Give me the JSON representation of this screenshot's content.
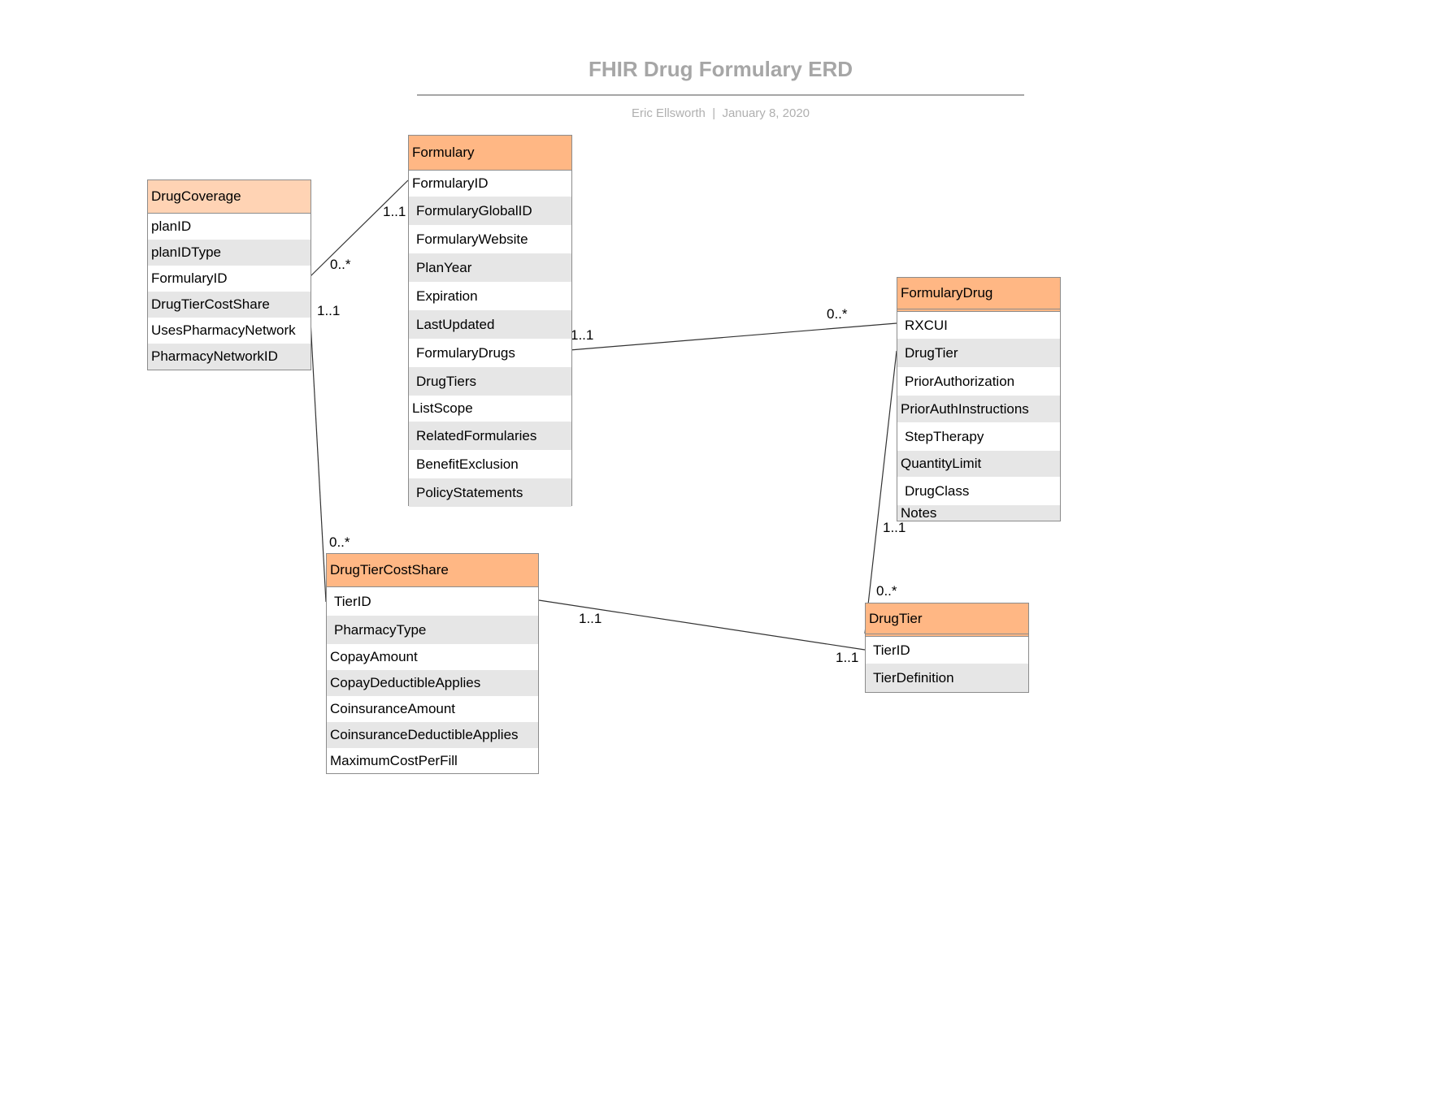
{
  "diagram": {
    "title": "FHIR Drug Formulary ERD",
    "author": "Eric Ellsworth",
    "date": "January 8, 2020",
    "separator": "|",
    "colors": {
      "header_light": "#ffd3b4",
      "header": "#ffb784",
      "row_alt": "#e6e6e6",
      "border": "#8c8c8c",
      "title": "#a6a6a6"
    }
  },
  "entities": {
    "drug_coverage": {
      "name": "DrugCoverage",
      "fields": [
        "planID",
        "planIDType",
        "FormularyID",
        "DrugTierCostShare",
        "UsesPharmacyNetwork",
        "PharmacyNetworkID"
      ]
    },
    "formulary": {
      "name": "Formulary",
      "fields": [
        "FormularyID",
        "FormularyGlobalID",
        "FormularyWebsite",
        "PlanYear",
        "Expiration",
        "LastUpdated",
        "FormularyDrugs",
        "DrugTiers",
        "ListScope",
        "RelatedFormularies",
        "BenefitExclusion",
        "PolicyStatements"
      ]
    },
    "formulary_drug": {
      "name": "FormularyDrug",
      "fields": [
        "RXCUI",
        "DrugTier",
        "PriorAuthorization",
        "PriorAuthInstructions",
        "StepTherapy",
        "QuantityLimit",
        "DrugClass",
        "Notes"
      ]
    },
    "drug_tier_cost_share": {
      "name": "DrugTierCostShare",
      "fields": [
        "TierID",
        "PharmacyType",
        "CopayAmount",
        "CopayDeductibleApplies",
        "CoinsuranceAmount",
        "CoinsuranceDeductibleApplies",
        "MaximumCostPerFill"
      ]
    },
    "drug_tier": {
      "name": "DrugTier",
      "fields": [
        "TierID",
        "TierDefinition"
      ]
    }
  },
  "relationships": {
    "coverage_formulary": {
      "from": "DrugCoverage",
      "to": "Formulary",
      "from_card": "0..*",
      "to_card": "1..1"
    },
    "coverage_costshare": {
      "from": "DrugCoverage",
      "to": "DrugTierCostShare",
      "from_card": "1..1",
      "to_card": "0..*"
    },
    "formulary_drug": {
      "from": "Formulary",
      "to": "FormularyDrug",
      "from_card": "1..1",
      "to_card": "0..*"
    },
    "drug_tier": {
      "from": "FormularyDrug",
      "to": "DrugTier",
      "from_card": "1..1",
      "to_card": "0..*"
    },
    "costshare_tier": {
      "from": "DrugTierCostShare",
      "to": "DrugTier",
      "from_card": "1..1",
      "to_card": "1..1"
    }
  }
}
